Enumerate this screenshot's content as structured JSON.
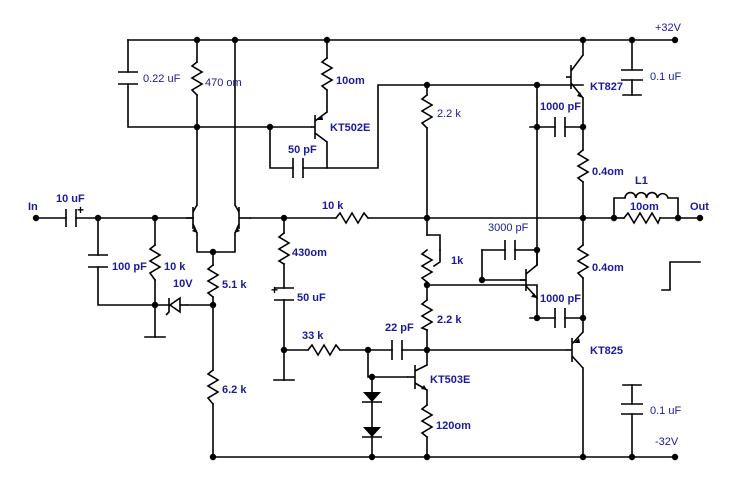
{
  "labels": {
    "in": "In",
    "out": "Out",
    "vplus": "+32V",
    "vminus": "-32V",
    "c_in": "10 uF",
    "c_022": "0.22 uF",
    "r_470": "470 om",
    "r_10om": "10om",
    "q_kt502": "KT502E",
    "c_50pf": "50 pF",
    "c_100pf": "100 pF",
    "r_10k_in": "10 k",
    "d_10v": "10V",
    "r_51k": "5.1 k",
    "r_62k": "6.2 k",
    "r_430": "430om",
    "c_50uf": "50 uF",
    "r_33k": "33 k",
    "c_22pf": "22 pF",
    "q_kt503": "KT503E",
    "r_120": "120om",
    "r_22k_top": "2.2 k",
    "r_22k_bot": "2.2 k",
    "pot_1k": "1k",
    "r_10k_fb": "10 k",
    "c_3000": "3000 pF",
    "c_1000_top": "1000 pF",
    "c_1000_bot": "1000 pF",
    "q_kt827": "KT827",
    "q_kt825": "KT825",
    "r_04_top": "0.4om",
    "r_04_bot": "0.4om",
    "l1": "L1",
    "r_10om_out": "10om",
    "c_01_top": "0.1 uF",
    "c_01_bot": "0.1 uF"
  }
}
